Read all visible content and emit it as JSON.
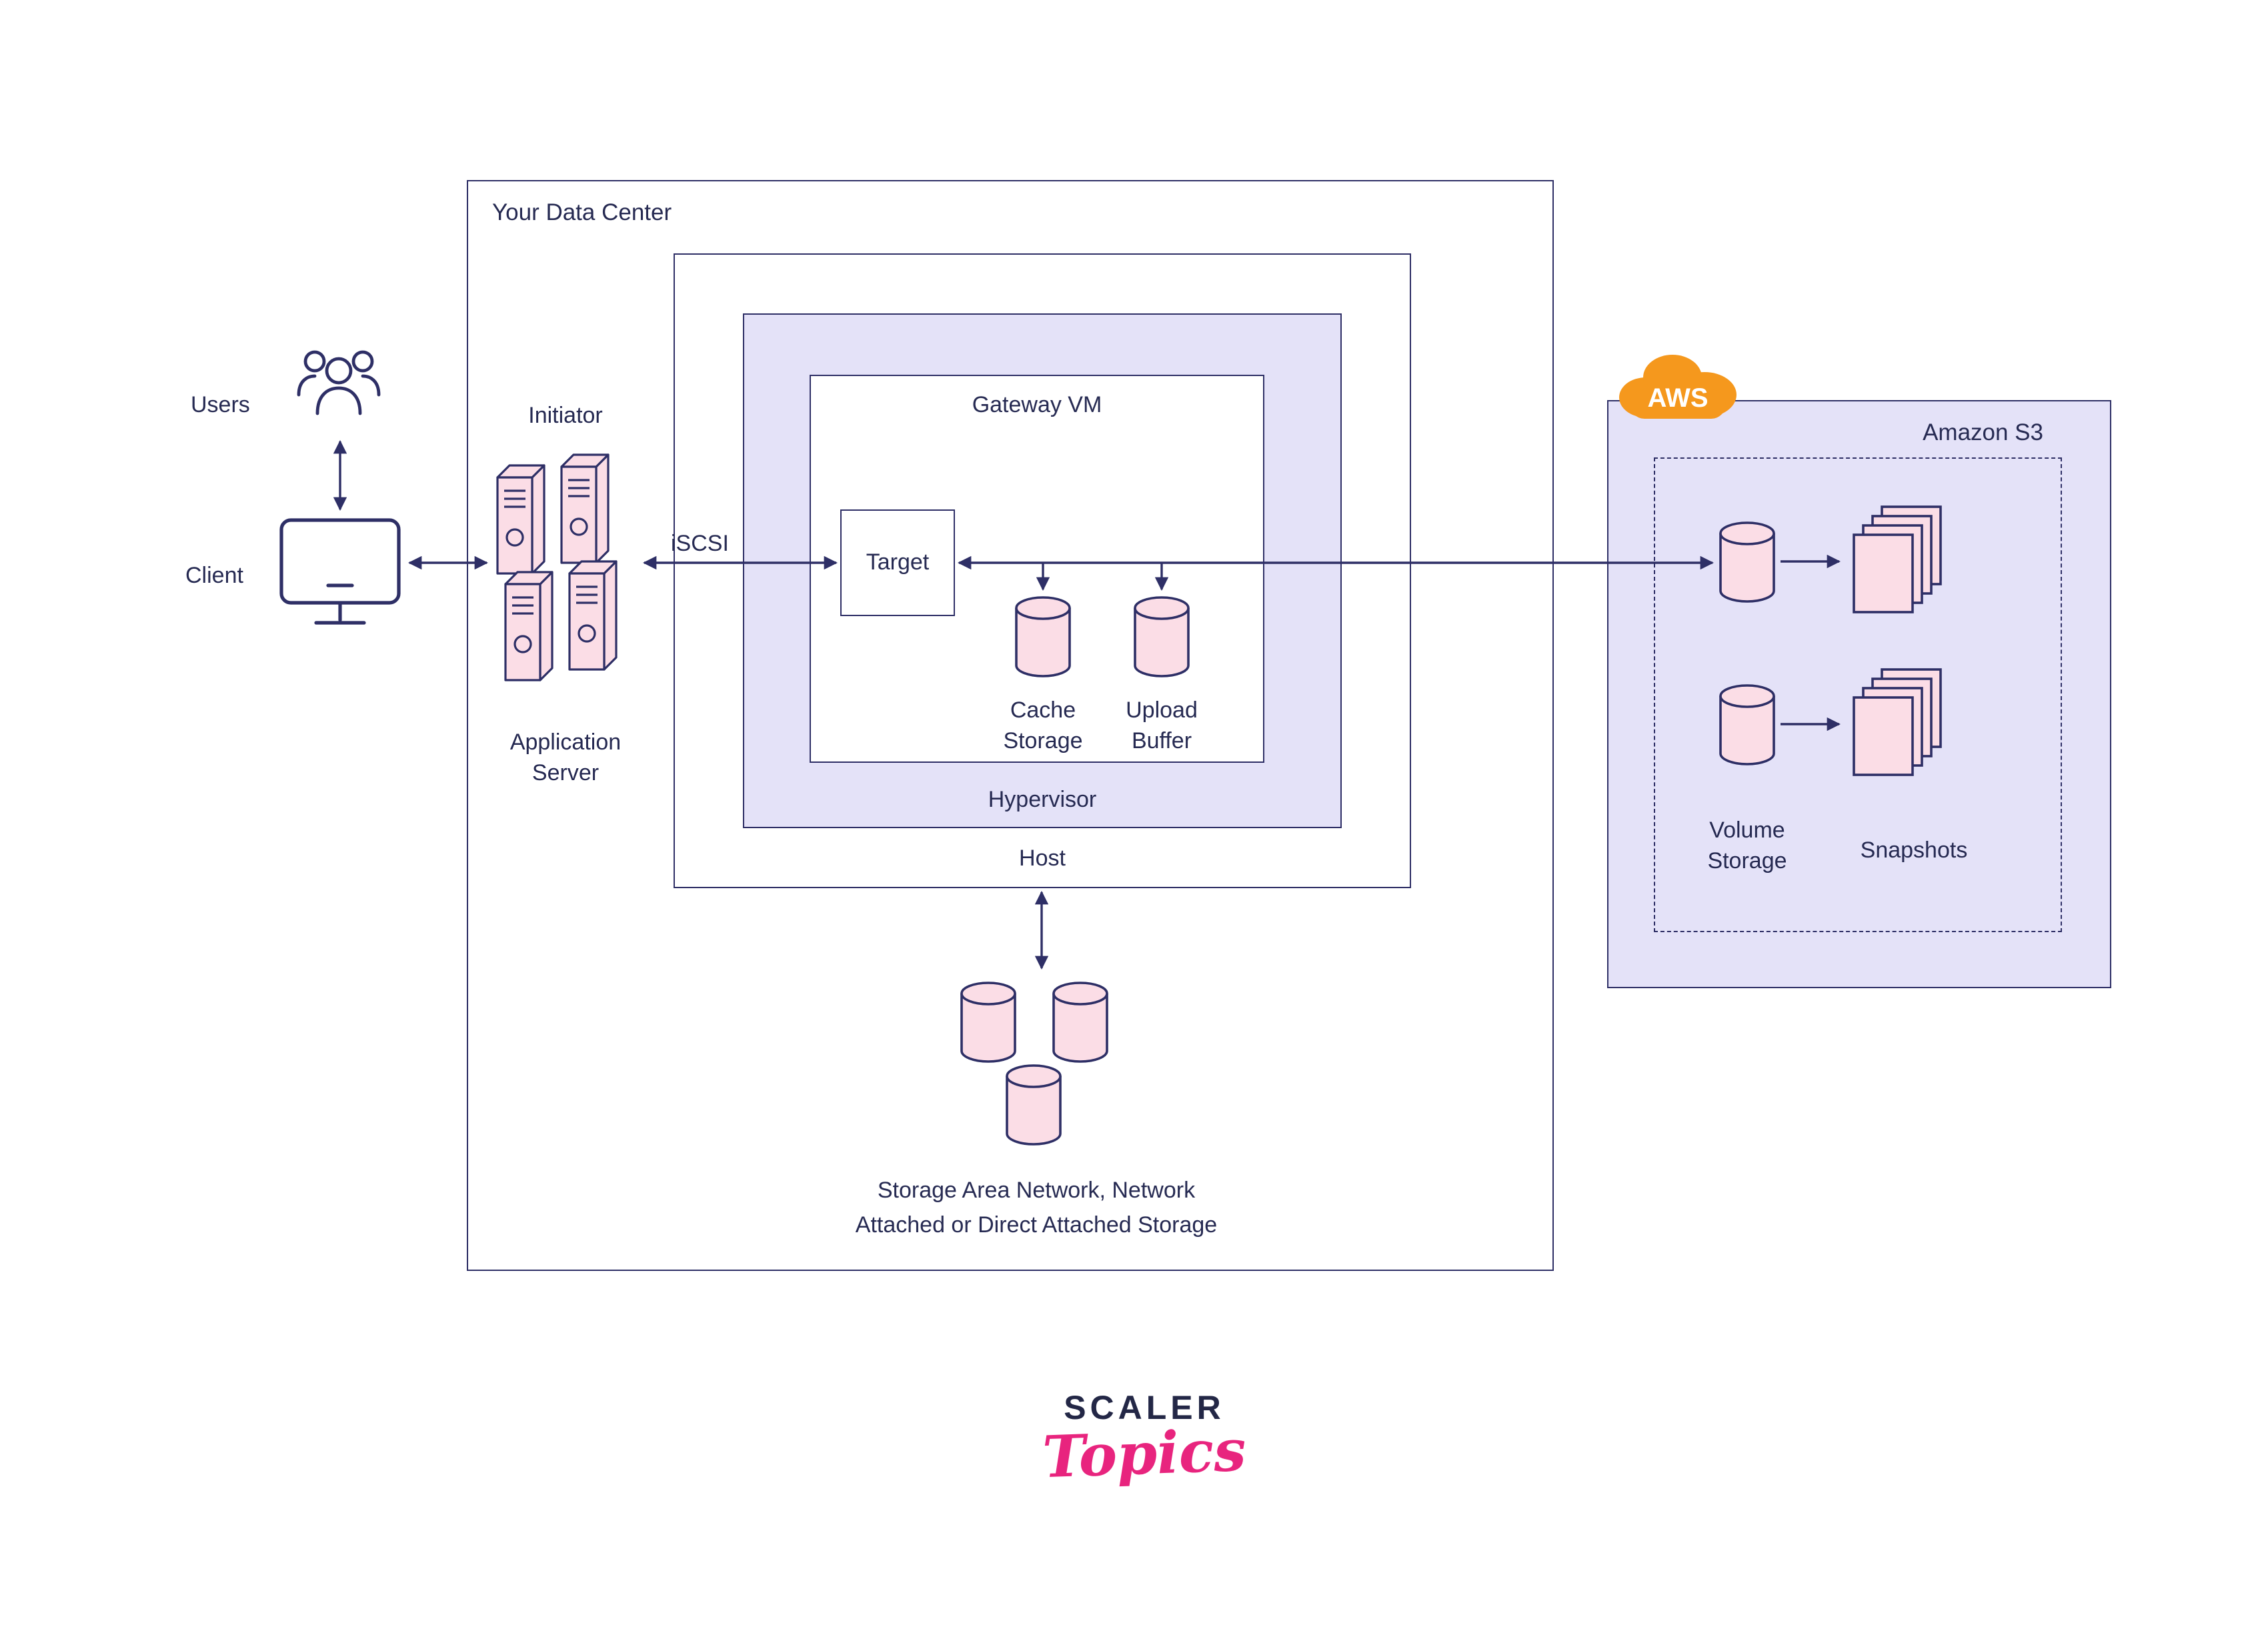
{
  "colors": {
    "outline": "#2e2f66",
    "fill_pink": "#fbdde6",
    "fill_lavender": "#e4e2f8",
    "aws_orange": "#f5981d",
    "logo_pink": "#e8247e",
    "text": "#262a52"
  },
  "icons": {
    "users": "users-icon",
    "client": "monitor-icon",
    "application_server": "server-stack-icon",
    "storage": "cylinder-icon",
    "snapshots": "document-stack-icon",
    "aws": "aws-cloud-icon"
  },
  "nodes": {
    "users": {
      "label": "Users"
    },
    "client": {
      "label": "Client"
    },
    "app_server": {
      "top_label": "Initiator",
      "bottom_label": "Application Server"
    },
    "iscsi": {
      "label": "iSCSI"
    },
    "data_center": {
      "label": "Your Data Center"
    },
    "host": {
      "label": "Host"
    },
    "hypervisor": {
      "label": "Hypervisor"
    },
    "gateway_vm": {
      "label": "Gateway VM"
    },
    "target": {
      "label": "Target"
    },
    "cache_storage": {
      "label": "Cache Storage"
    },
    "upload_buffer": {
      "label": "Upload Buffer"
    },
    "san": {
      "label": "Storage Area Network, Network\nAttached or Direct Attached Storage"
    },
    "aws": {
      "label": "AWS"
    },
    "amazon_s3": {
      "label": "Amazon S3"
    },
    "volume_storage": {
      "label": "Volume Storage"
    },
    "snapshots": {
      "label": "Snapshots"
    }
  },
  "logo": {
    "brand": "SCALER",
    "wordmark": "Topics"
  }
}
